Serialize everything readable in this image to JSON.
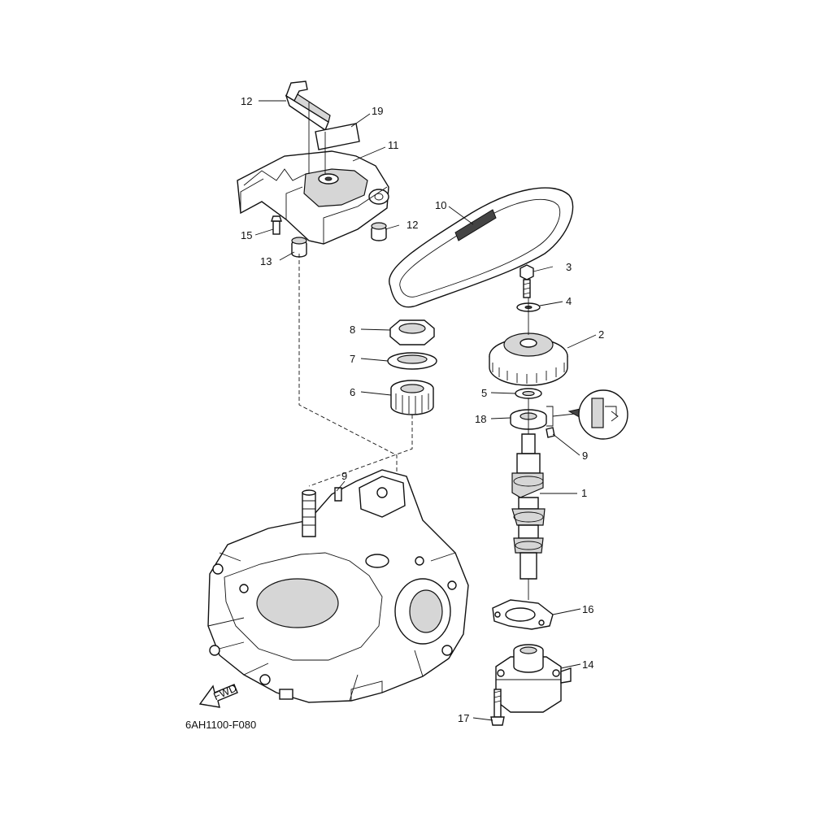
{
  "diagram": {
    "code": "6AH1100-F080",
    "direction_label": "FWD",
    "callouts": [
      {
        "id": "c1",
        "label": "1"
      },
      {
        "id": "c2",
        "label": "2"
      },
      {
        "id": "c3",
        "label": "3"
      },
      {
        "id": "c4",
        "label": "4"
      },
      {
        "id": "c5",
        "label": "5"
      },
      {
        "id": "c6",
        "label": "6"
      },
      {
        "id": "c7",
        "label": "7"
      },
      {
        "id": "c8",
        "label": "8"
      },
      {
        "id": "c9a",
        "label": "9"
      },
      {
        "id": "c9b",
        "label": "9"
      },
      {
        "id": "c10",
        "label": "10"
      },
      {
        "id": "c11",
        "label": "11"
      },
      {
        "id": "c12a",
        "label": "12"
      },
      {
        "id": "c12b",
        "label": "12"
      },
      {
        "id": "c13",
        "label": "13"
      },
      {
        "id": "c14",
        "label": "14"
      },
      {
        "id": "c15",
        "label": "15"
      },
      {
        "id": "c16",
        "label": "16"
      },
      {
        "id": "c17",
        "label": "17"
      },
      {
        "id": "c18",
        "label": "18"
      },
      {
        "id": "c19",
        "label": "19"
      }
    ]
  }
}
